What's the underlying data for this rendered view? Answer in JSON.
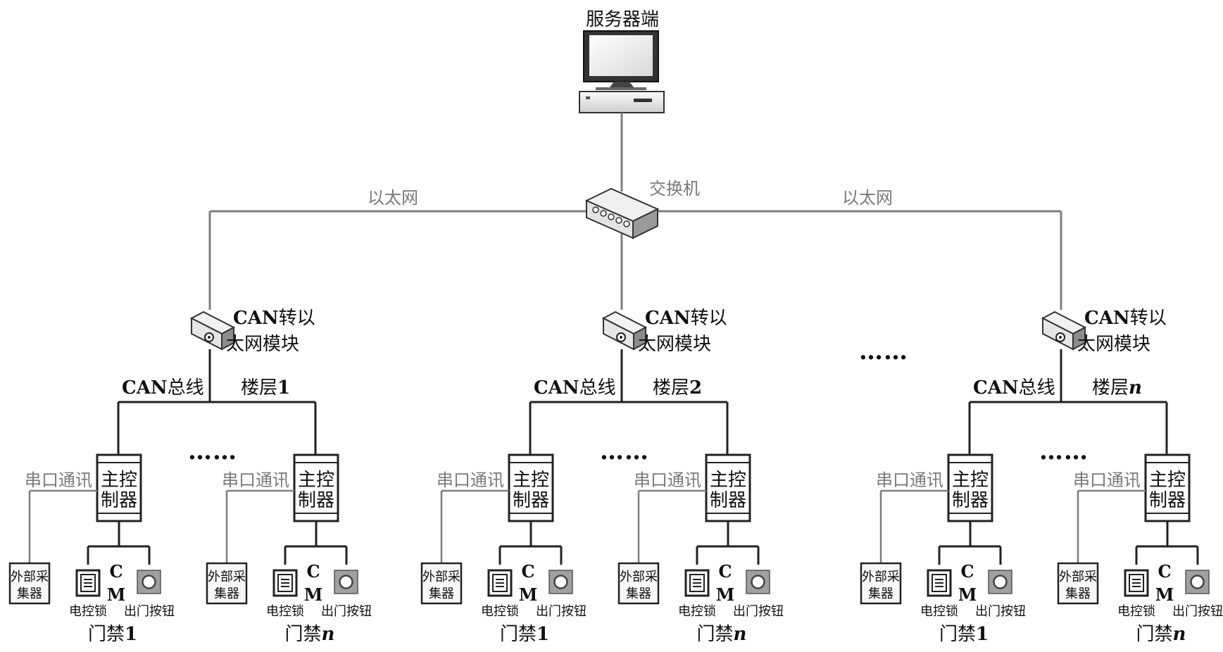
{
  "server_label": "服务器端",
  "switch_label": "交换机",
  "ethernet_left": "以太网",
  "ethernet_right": "以太网",
  "converter": {
    "line1_bold": "CAN",
    "line1_rest": "转以",
    "line2": "太网模块"
  },
  "bus": {
    "bold": "CAN",
    "rest": "总线"
  },
  "ellipsis_floors": "……",
  "ellipsis_controllers": "……",
  "serial_label": "串口通讯",
  "controller": {
    "line1": "主控",
    "line2": "制器"
  },
  "collector": {
    "line1": "外部采",
    "line2": "集器"
  },
  "lock_label": "电控锁",
  "button_label": "出门按钮",
  "cm": {
    "c": "C",
    "m": "M"
  },
  "door_prefix": "门禁",
  "floor_prefix": "楼层",
  "floors": [
    {
      "floor_num": "1",
      "doors": [
        "1",
        "n"
      ]
    },
    {
      "floor_num": "2",
      "doors": [
        "1",
        "n"
      ]
    },
    {
      "floor_num": "n",
      "doors": [
        "1",
        "n"
      ]
    }
  ],
  "colors": {
    "line": "#7f7f7f",
    "dark": "#222222",
    "gray_text": "#7a7a7a"
  }
}
